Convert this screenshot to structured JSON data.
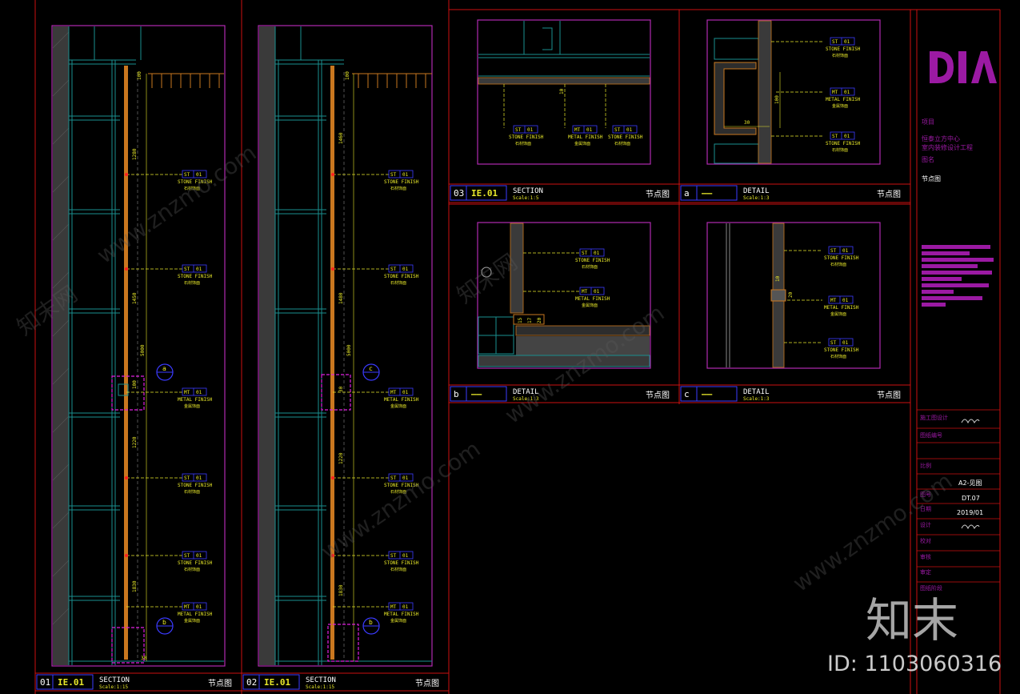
{
  "colors": {
    "background": "#000000",
    "frame_red": "#cc1111",
    "magenta": "#b12ab1",
    "cyan_steel": "#1a8f8f",
    "stone_orange": "#c9771f",
    "label_yellow": "#e8e82a",
    "label_blue": "#3b3bff",
    "white": "#ffffff"
  },
  "notes": {
    "st_code": "ST",
    "mt_code": "MT",
    "num": "01",
    "stone_finish": "STONE FINISH",
    "metal_finish": "METAL FINISH",
    "stone_cn": "石材饰面",
    "metal_cn": "金属饰面"
  },
  "dimensions": {
    "d1280": "1280",
    "d1450": "1450",
    "d1460": "1460",
    "d1480": "1480",
    "d5000": "5000",
    "d1220": "1220",
    "d1830": "1830",
    "d100": "100",
    "d30": "30",
    "d20": "20",
    "d10": "10",
    "d15": "15",
    "d17": "17"
  },
  "callouts": {
    "a": "a",
    "b": "b",
    "c": "c"
  },
  "title_bars": [
    {
      "num": "01",
      "ref": "IE.01",
      "kind": "SECTION",
      "scale": "Scale:1:15",
      "cn": "节点图"
    },
    {
      "num": "02",
      "ref": "IE.01",
      "kind": "SECTION",
      "scale": "Scale:1:15",
      "cn": "节点图"
    },
    {
      "num": "03",
      "ref": "IE.01",
      "kind": "SECTION",
      "scale": "Scale:1:5",
      "cn": "节点图"
    },
    {
      "num": "a",
      "ref": "——",
      "kind": "DETAIL",
      "scale": "Scale:1:3",
      "cn": "节点图"
    },
    {
      "num": "b",
      "ref": "——",
      "kind": "DETAIL",
      "scale": "Scale:1:3",
      "cn": "节点图"
    },
    {
      "num": "c",
      "ref": "——",
      "kind": "DETAIL",
      "scale": "Scale:1:3",
      "cn": "节点图"
    }
  ],
  "title_block": {
    "logo": "DIA",
    "project_label": "项目",
    "project_line1": "恒泰立方中心",
    "project_line2": "室内装修设计工程",
    "drawing_label": "图名",
    "drawing_name": "节点图",
    "scale_label": "比例",
    "scale_value": "A2-见图",
    "number_label": "图号",
    "number_value": "DT.07",
    "date_label": "日期",
    "date_value": "2019/01",
    "design_label": "设计",
    "check_label": "校对",
    "review_label": "审核",
    "approve_label": "审定",
    "stage_label": "图纸阶段",
    "row_a": "施工图设计",
    "row_b": "图纸编号"
  },
  "watermark": {
    "site": "www.znzmo.com",
    "cn_brand": "知末网",
    "brand_large": "知末",
    "id_text": "ID: 1103060316"
  }
}
